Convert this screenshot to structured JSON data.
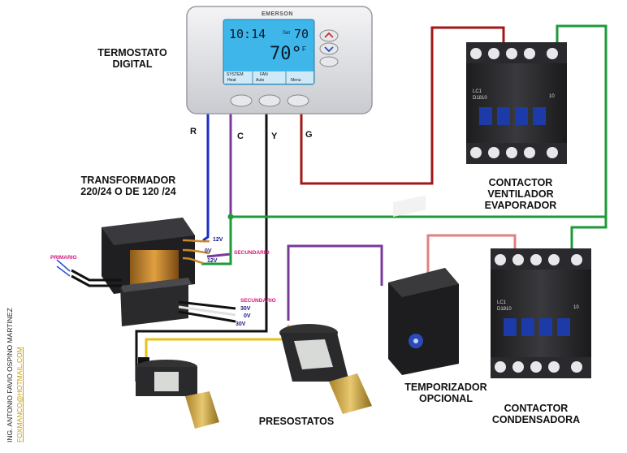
{
  "labels": {
    "thermostat": [
      "TERMOSTATO",
      "DIGITAL"
    ],
    "transformer": [
      "TRANSFORMADOR",
      "220/24 O DE 120 /24"
    ],
    "contactor_evap": [
      "CONTACTOR",
      "VENTILADOR",
      "EVAPORADOR"
    ],
    "contactor_cond": [
      "CONTACTOR",
      "CONDENSADORA"
    ],
    "timer": [
      "TEMPORIZADOR",
      "OPCIONAL"
    ],
    "pressostats": "PRESOSTATOS"
  },
  "wire_labels": {
    "r": "R",
    "c": "C",
    "y": "Y",
    "g": "G"
  },
  "transformer_taps": {
    "top_12v": "12V",
    "mid_0v": "0V",
    "bot_12v": "12V",
    "secundario": "SECUNDARIO",
    "primario": "PRIMARIO",
    "secundario2": "SECUNDARIO",
    "v30a": "30V",
    "v0": "0V",
    "v30b": "30V"
  },
  "thermostat": {
    "brand": "EMERSON",
    "time": "10:14",
    "set_temp": "70",
    "room_temp": "70°",
    "unit": "F",
    "set_label": "Set",
    "system_label": "SYSTEM",
    "fan_label": "FAN",
    "heat_label": "Heat",
    "auto_label": "Auto",
    "menu_label": "Menu"
  },
  "contactor": {
    "model_top": "LC1",
    "model_code": "D1810",
    "rating": "10"
  },
  "credit": {
    "author": "ING. ANTONIO FAVIO OSPINO MARTINEZ",
    "email": "FOXMANCO@HOTMAIL.COM"
  },
  "colors": {
    "blue_wire": "#1c2fc8",
    "purple_wire": "#7a3a9a",
    "black_wire": "#111111",
    "red_wire": "#a01818",
    "green_wire": "#1e9a3a",
    "yellow_wire": "#e6c21a",
    "pink_wire": "#e08080",
    "lcd": "#3fb6ea"
  }
}
